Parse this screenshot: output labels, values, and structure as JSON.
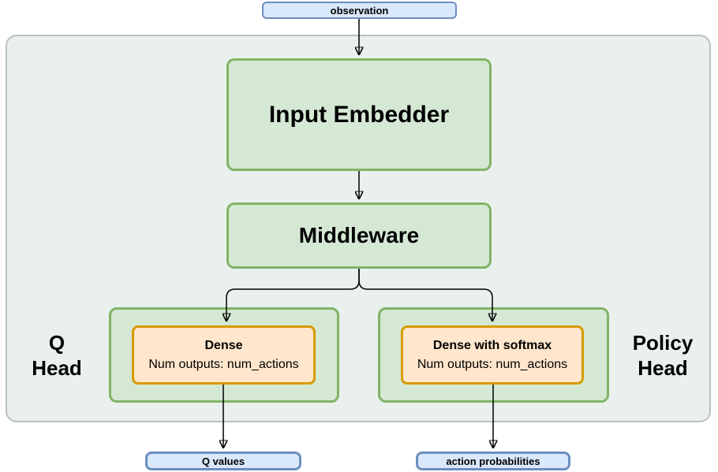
{
  "diagram": {
    "nodes": {
      "observation": {
        "label": "observation"
      },
      "input_embedder": {
        "label": "Input Embedder"
      },
      "middleware": {
        "label": "Middleware"
      },
      "q_head": {
        "line1": "Q",
        "line2": "Head"
      },
      "policy_head": {
        "line1": "Policy",
        "line2": "Head"
      },
      "dense_q": {
        "title": "Dense",
        "subtitle": "Num outputs: num_actions"
      },
      "dense_softmax": {
        "title": "Dense with softmax",
        "subtitle": "Num outputs: num_actions"
      },
      "q_values": {
        "label": "Q values"
      },
      "action_probabilities": {
        "label": "action probabilities"
      }
    },
    "edges": [
      {
        "from": "observation",
        "to": "input_embedder"
      },
      {
        "from": "input_embedder",
        "to": "middleware"
      },
      {
        "from": "middleware",
        "to": "dense_q"
      },
      {
        "from": "middleware",
        "to": "dense_softmax"
      },
      {
        "from": "dense_q",
        "to": "q_values"
      },
      {
        "from": "dense_softmax",
        "to": "action_probabilities"
      }
    ],
    "colors": {
      "green_fill": "#d5e8d4",
      "green_border": "#82b366",
      "orange_fill": "#ffe6cc",
      "orange_border": "#d79b00",
      "blue_fill": "#dae8fc",
      "blue_border": "#6c8ebf",
      "container_fill": "#e9f0ed",
      "container_border": "#b9c1bf",
      "arrow": "#000000"
    }
  }
}
